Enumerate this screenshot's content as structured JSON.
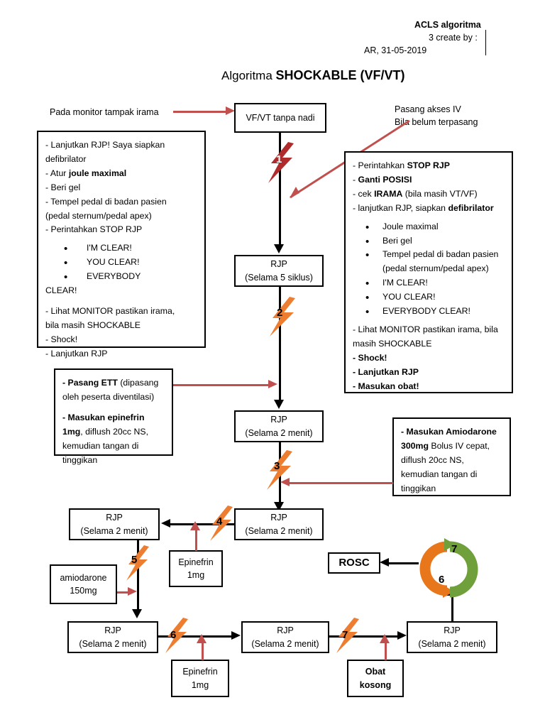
{
  "header": {
    "line1": "ACLS algoritma",
    "line2": "3 create by :",
    "line3": "AR, 31-05-2019"
  },
  "title": {
    "prefix": "Algoritma ",
    "emphasis": "SHOCKABLE (VF/VT)"
  },
  "labels": {
    "monitor": "Pada monitor tampak irama",
    "iv_line1": "Pasang akses IV",
    "iv_line2": "Bila belum terpasang"
  },
  "nodes": {
    "vfvt": {
      "line1": "VF/VT tanpa nadi"
    },
    "rjp5": {
      "line1": "RJP",
      "line2": "(Selama 5 siklus)"
    },
    "rjp_a": {
      "line1": "RJP",
      "line2": "(Selama 2 menit)"
    },
    "rjp_b": {
      "line1": "RJP",
      "line2": "(Selama 2 menit)"
    },
    "rjp_c": {
      "line1": "RJP",
      "line2": "(Selama 2 menit)"
    },
    "rjp_d": {
      "line1": "RJP",
      "line2": "(Selama 2 menit)"
    },
    "rjp_e": {
      "line1": "RJP",
      "line2": "(Selama 2 menit)"
    },
    "rjp_f": {
      "line1": "RJP",
      "line2": "(Selama 2 menit)"
    },
    "rosc": {
      "line1": "ROSC"
    },
    "epi1": {
      "line1": "Epinefrin",
      "line2": "1mg"
    },
    "epi2": {
      "line1": "Epinefrin",
      "line2": "1mg"
    },
    "amio150": {
      "line1": "amiodarone",
      "line2": "150mg"
    },
    "obat_kosong": {
      "line1": "Obat",
      "line2": "kosong"
    }
  },
  "left_panel": {
    "lines": [
      "- Lanjutkan RJP! Saya siapkan defibrilator",
      "- Atur joule maximal",
      "- Beri gel",
      "- Tempel pedal di badan pasien (pedal sternum/pedal apex)",
      "- Perintahkan STOP RJP"
    ],
    "line1_a": "- Lanjutkan RJP! Saya siapkan",
    "line1_b": "defibrilator",
    "line2_pre": "- Atur ",
    "line2_bold": "joule maximal",
    "line3": "- Beri gel",
    "line4_a": "- Tempel pedal di badan pasien",
    "line4_b": "(pedal sternum/pedal apex)",
    "line5": "- Perintahkan STOP RJP",
    "bullets": [
      "I'M CLEAR!",
      "YOU CLEAR!",
      "EVERYBODY"
    ],
    "bullet_cont": "CLEAR!",
    "tail1_a": "- Lihat MONITOR pastikan irama,",
    "tail1_b": "bila masih SHOCKABLE",
    "tail2": "- Shock!",
    "tail3": "- Lanjutkan RJP"
  },
  "right_panel": {
    "line1_pre": "- Perintahkan ",
    "line1_bold": "STOP RJP",
    "line2_pre": "- ",
    "line2_bold": "Ganti POSISI",
    "line3_pre": "- cek ",
    "line3_bold": "IRAMA",
    "line3_post": " (bila masih VT/VF)",
    "line4_pre": "- lanjutkan RJP, siapkan ",
    "line4_bold": "defibrilator",
    "bullets": [
      "Joule maximal",
      "Beri gel",
      "Tempel pedal di badan pasien",
      "I'M CLEAR!",
      "YOU CLEAR!",
      "EVERYBODY CLEAR!"
    ],
    "bullet3_cont": "(pedal sternum/pedal apex)",
    "tail1_a": "- Lihat MONITOR pastikan irama, bila",
    "tail1_b": "masih SHOCKABLE",
    "tail2": "- Shock!",
    "tail3": "- Lanjutkan RJP",
    "tail4": "- Masukan obat!"
  },
  "ett_panel": {
    "line1_bold": "- Pasang ETT",
    "line1_rest": " (dipasang",
    "line2": "oleh peserta diventilasi)",
    "line3_bold": "- Masukan epinefrin",
    "line4_bold": "1mg",
    "line4_rest": ", diflush 20cc NS,",
    "line5": "kemudian tangan di",
    "line6": "tinggikan"
  },
  "amio_panel": {
    "line1_bold": "- Masukan Amiodarone",
    "line2_bold": "300mg",
    "line2_rest": " Bolus IV cepat,",
    "line3": "diflush 20cc NS,",
    "line4": "kemudian tangan di",
    "line5": "tinggikan"
  },
  "bolts": {
    "b1": "1",
    "b2": "2",
    "b3": "3",
    "b4": "4",
    "b5": "5",
    "b6": "6",
    "b7": "7"
  },
  "rosc_cycle": {
    "num_orange": "6",
    "num_green": "7"
  },
  "colors": {
    "bolt_red": "#B02B2C",
    "bolt_orange": "#ED7D31",
    "arrow_red": "#C0504D",
    "cycle_orange": "#E8761B",
    "cycle_green": "#6FA03C",
    "box_border": "#000000"
  }
}
